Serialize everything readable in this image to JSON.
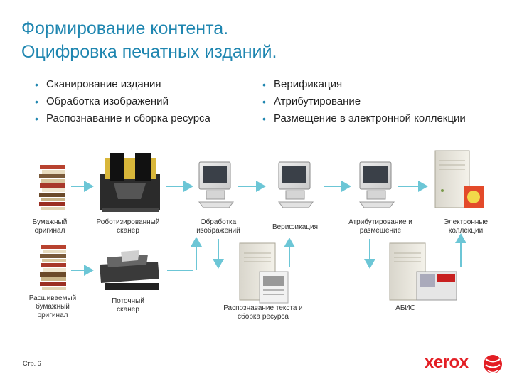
{
  "title": {
    "line1": "Формирование контента.",
    "line2": "Оцифровка печатных изданий."
  },
  "bullets_left": [
    "Сканирование издания",
    "Обработка изображений",
    "Распознавание и сборка ресурса"
  ],
  "bullets_right": [
    "Верификация",
    "Атрибутирование",
    "Размещение в электронной коллекции"
  ],
  "nodes": {
    "paper_original": "Бумажный оригинал",
    "robot_scanner": "Роботизированный сканер",
    "image_processing": "Обработка изображений",
    "verification": "Верификация",
    "attribution": "Атрибутирование и размещение",
    "e_collection": "Электронные коллекции",
    "cut_original": "Расшиваемый бумажный оригинал",
    "flow_scanner": "Поточный сканер",
    "ocr_assembly": "Распознавание текста и сборка ресурса",
    "abis": "АБИС"
  },
  "footer": {
    "page": "Стр. 6",
    "brand": "xerox"
  },
  "colors": {
    "accent": "#1f86b0",
    "arrow": "#6cc6d6",
    "brand_red": "#e31e24"
  },
  "icons": {
    "paper_original": "stacked-books-icon",
    "robot_scanner": "robotic-scanner-icon",
    "image_processing": "computer-icon",
    "verification": "computer-icon",
    "attribution": "computer-icon",
    "e_collection": "server-icon",
    "cut_original": "stacked-books-icon",
    "flow_scanner": "flatbed-scanner-icon",
    "ocr_assembly": "server-icon",
    "abis": "server-icon",
    "brand_logo": "xerox-logo-icon"
  }
}
